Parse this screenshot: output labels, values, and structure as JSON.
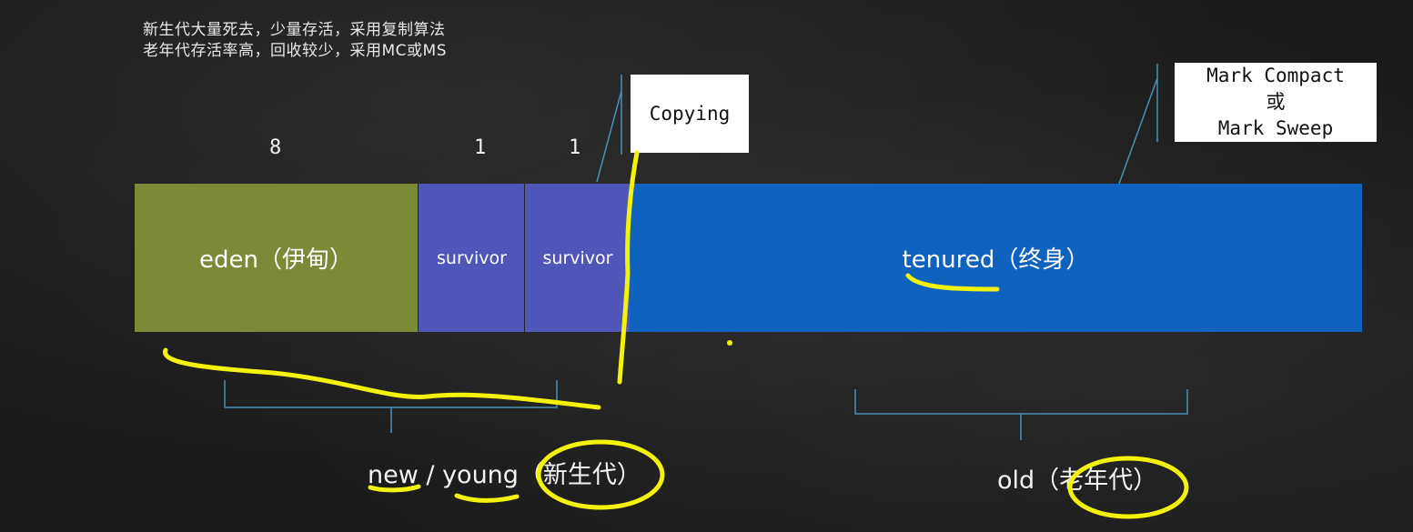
{
  "note": {
    "line1": "新生代大量死去，少量存活，采用复制算法",
    "line2": "老年代存活率高，回收较少，采用MC或MS"
  },
  "ratios": {
    "eden": "8",
    "survivor1": "1",
    "survivor2": "1"
  },
  "regions": {
    "eden": "eden（伊甸）",
    "survivor1": "survivor",
    "survivor2": "survivor",
    "tenured": "tenured（终身）"
  },
  "callouts": {
    "copying": "Copying",
    "mark_compact": "Mark Compact",
    "or": "或",
    "mark_sweep": "Mark Sweep"
  },
  "groups": {
    "young": "new / young（新生代）",
    "old": "old（老年代）"
  },
  "colors": {
    "eden": "#7b8a37",
    "survivor": "#4f56b8",
    "tenured": "#0f63bf",
    "highlight": "#f2f20a",
    "bracket": "#4a90b5"
  }
}
